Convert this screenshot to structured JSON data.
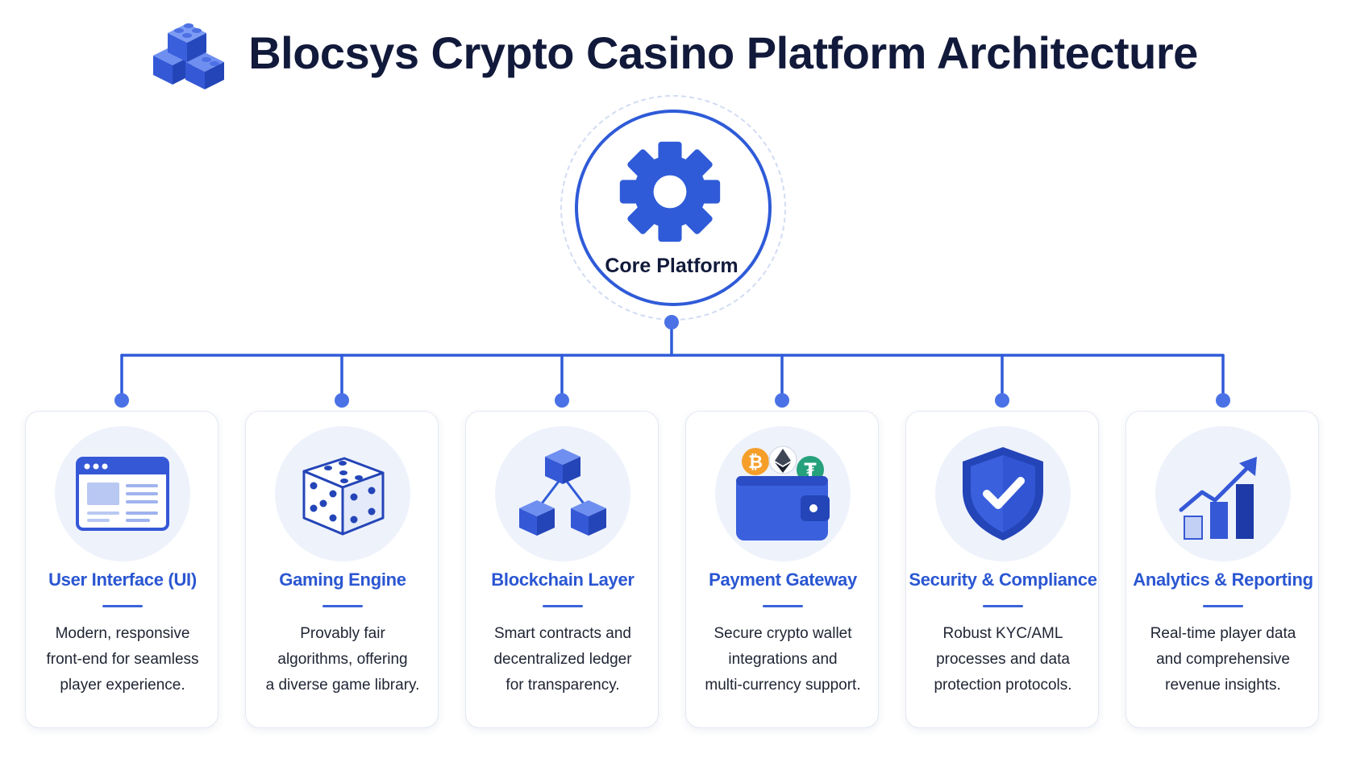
{
  "header": {
    "title": "Blocsys Crypto Casino Platform Architecture",
    "logo_icon": "blocks-logo-icon"
  },
  "core": {
    "label": "Core Platform",
    "icon": "gear-icon"
  },
  "colors": {
    "primary": "#2f5bd8",
    "primary_dark": "#1e3aa8",
    "title_text": "#121a3b",
    "card_title": "#2a56d2",
    "icon_bg": "#eef2fb",
    "bitcoin": "#f59f2a",
    "ethereum": "#3f4756",
    "tether": "#26a17b"
  },
  "modules": [
    {
      "title": "User Interface (UI)",
      "desc_lines": [
        "Modern, responsive",
        "front-end for seamless",
        "player experience."
      ],
      "icon": "browser-window-icon"
    },
    {
      "title": "Gaming Engine",
      "desc_lines": [
        "Provably fair",
        "algorithms, offering",
        "a diverse game library."
      ],
      "icon": "dice-icon"
    },
    {
      "title": "Blockchain Layer",
      "desc_lines": [
        "Smart contracts and",
        "decentralized ledger",
        "for transparency."
      ],
      "icon": "blockchain-nodes-icon"
    },
    {
      "title": "Payment Gateway",
      "desc_lines": [
        "Secure crypto wallet",
        "integrations and",
        "multi-currency support."
      ],
      "icon": "crypto-wallet-icon"
    },
    {
      "title": "Security & Compliance",
      "desc_lines": [
        "Robust KYC/AML",
        "processes and data",
        "protection protocols."
      ],
      "icon": "shield-check-icon"
    },
    {
      "title": "Analytics & Reporting",
      "desc_lines": [
        "Real-time player data",
        "and comprehensive",
        "revenue insights."
      ],
      "icon": "growth-chart-icon"
    }
  ]
}
